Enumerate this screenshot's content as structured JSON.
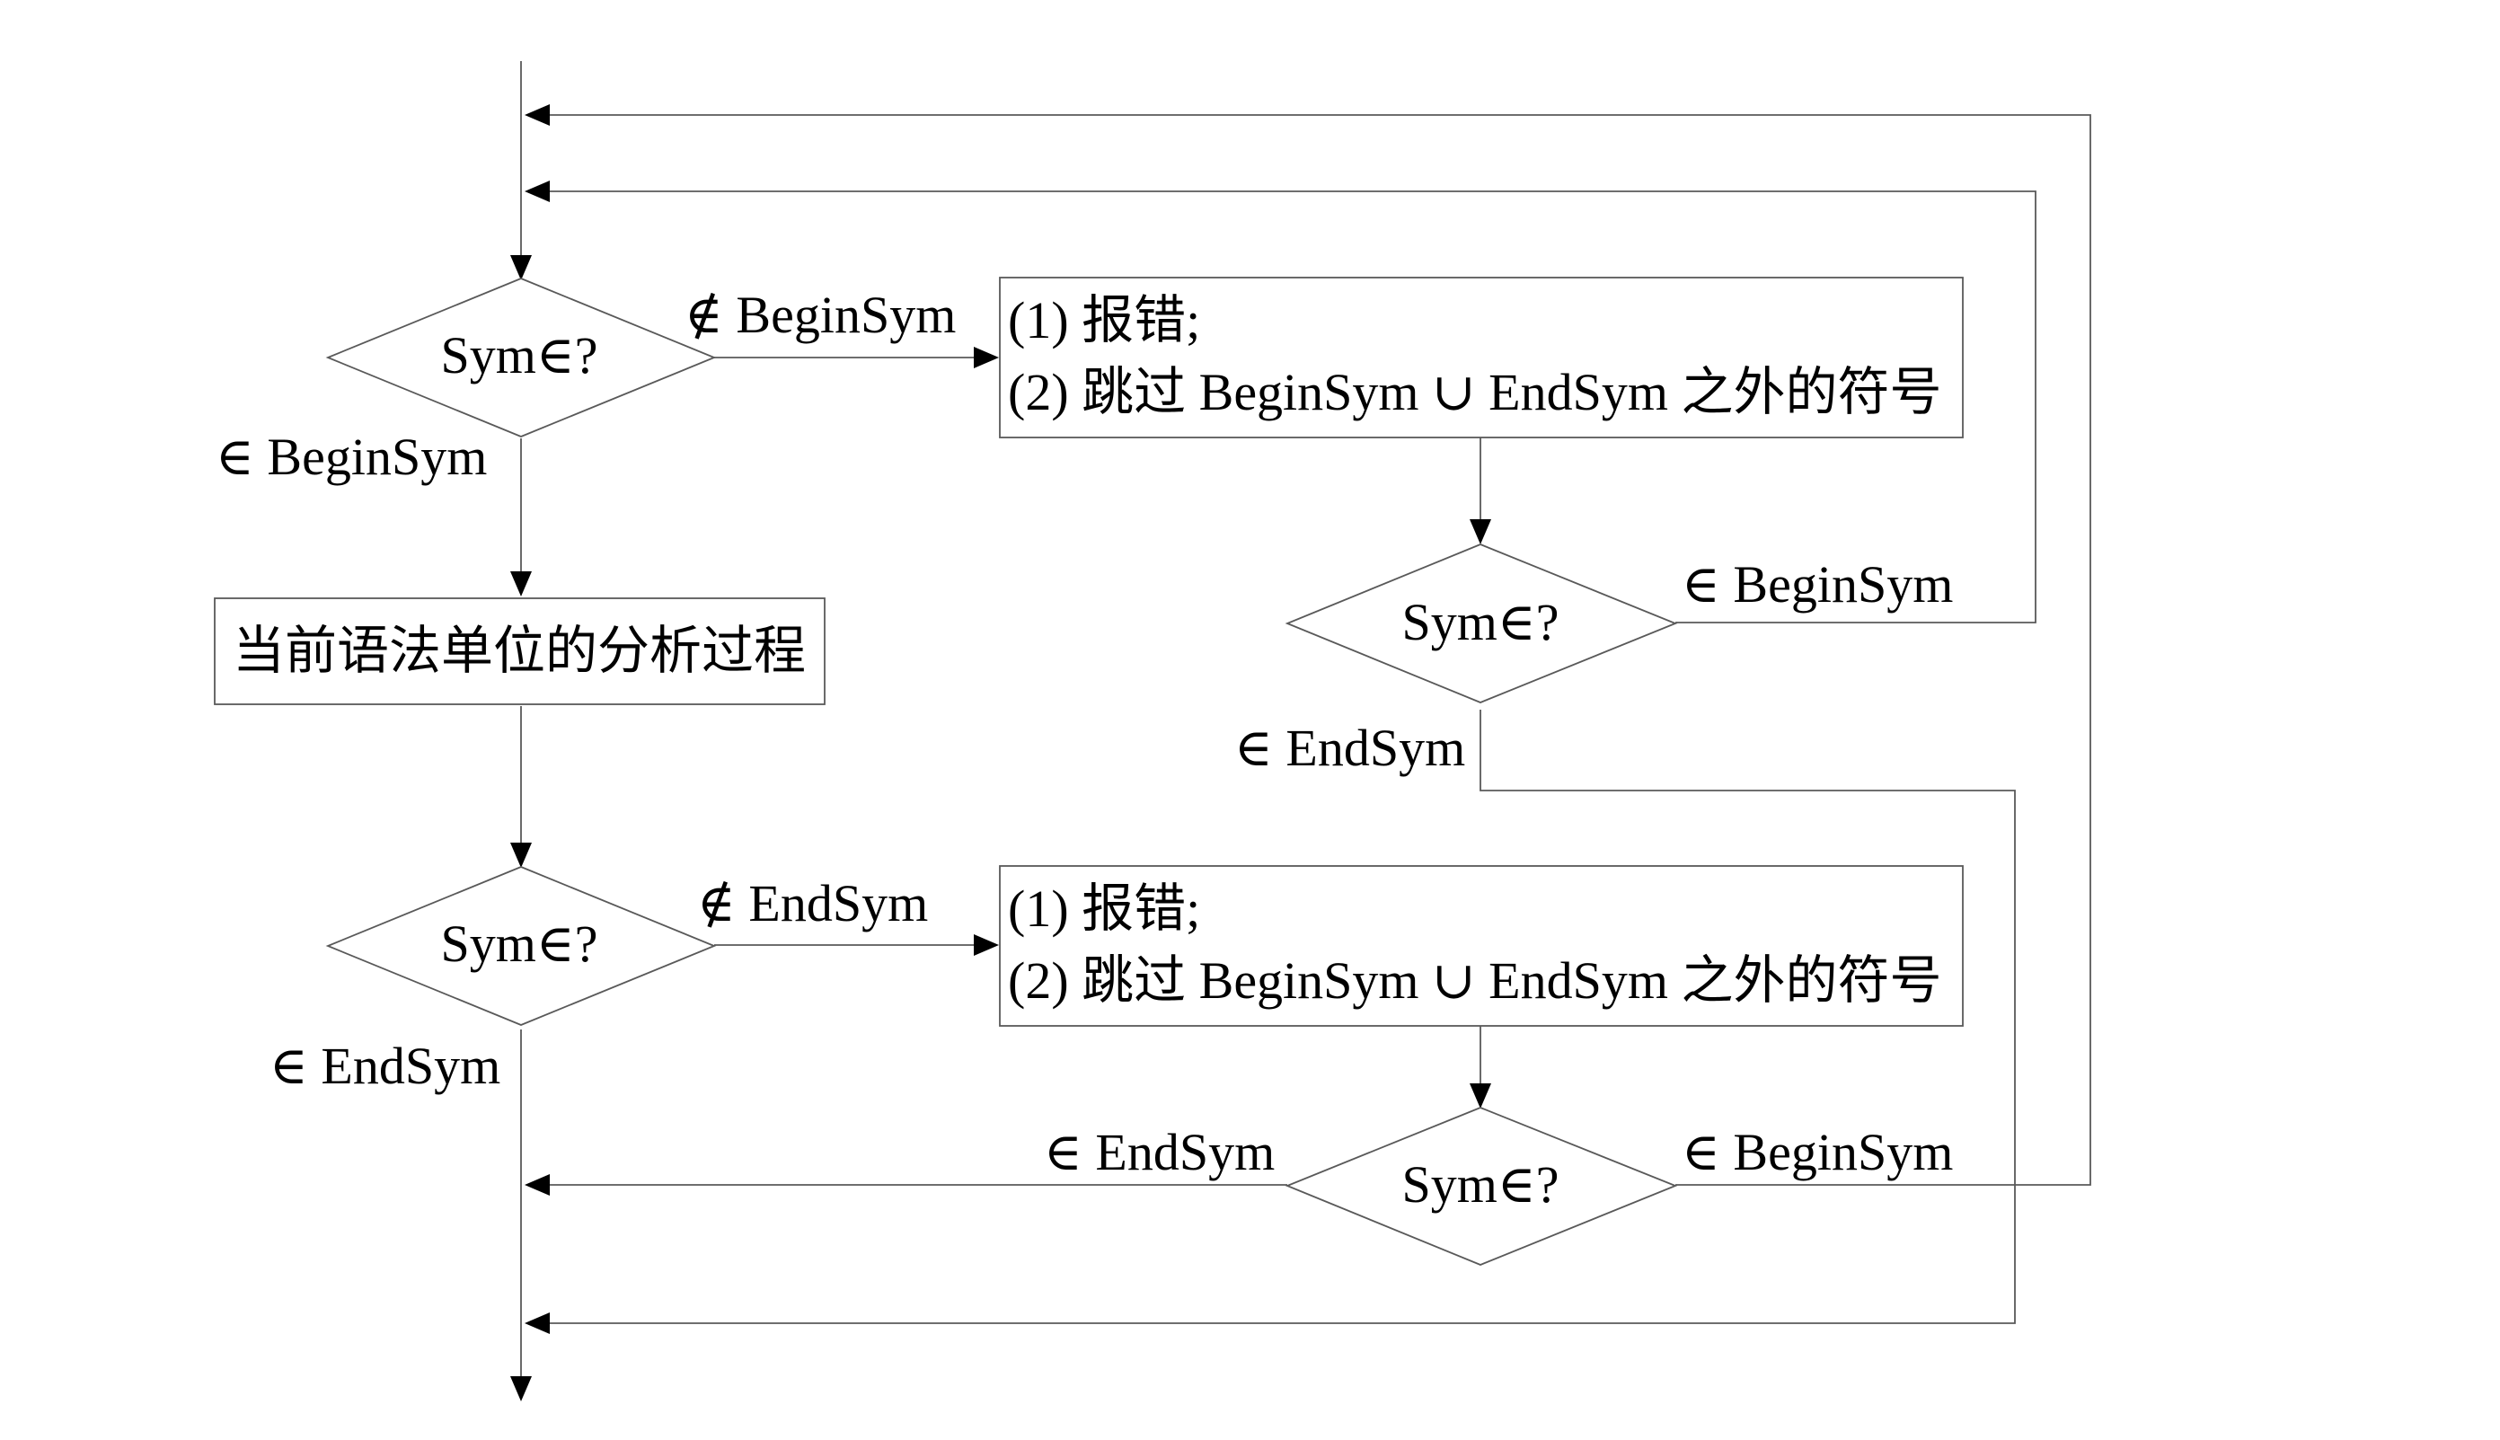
{
  "decisions": {
    "begin_check": "Sym∈?",
    "end_check": "Sym∈?",
    "recover1_check": "Sym∈?",
    "recover2_check": "Sym∈?"
  },
  "process": {
    "parse_unit": "当前语法单位的分析过程"
  },
  "recovery_box_1": {
    "line1": "(1) 报错;",
    "line2": "(2) 跳过 BeginSym ∪ EndSym 之外的符号"
  },
  "recovery_box_2": {
    "line1": "(1) 报错;",
    "line2": "(2) 跳过 BeginSym ∪ EndSym 之外的符号"
  },
  "edge_labels": {
    "not_in_begin": "∉ BeginSym",
    "in_begin_main": "∈ BeginSym",
    "not_in_end": "∉ EndSym",
    "in_end_main": "∈ EndSym",
    "recover1_in_begin": "∈ BeginSym",
    "recover1_in_end": "∈ EndSym",
    "recover2_in_end": "∈ EndSym",
    "recover2_in_begin": "∈ BeginSym"
  }
}
